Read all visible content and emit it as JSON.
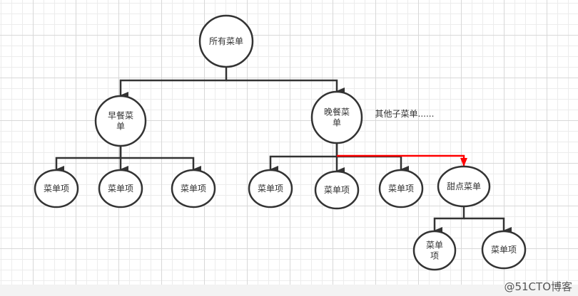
{
  "nodes": {
    "root": {
      "lines": [
        "所有菜单"
      ]
    },
    "breakfast": {
      "lines": [
        "早餐菜",
        "单"
      ]
    },
    "dinner": {
      "lines": [
        "晚餐菜",
        "单"
      ]
    },
    "b1": {
      "lines": [
        "菜单项"
      ]
    },
    "b2": {
      "lines": [
        "菜单项"
      ]
    },
    "b3": {
      "lines": [
        "菜单项"
      ]
    },
    "d1": {
      "lines": [
        "菜单项"
      ]
    },
    "d2": {
      "lines": [
        "菜单项"
      ]
    },
    "d3": {
      "lines": [
        "菜单项"
      ]
    },
    "dessert": {
      "lines": [
        "甜点菜单"
      ]
    },
    "s1": {
      "lines": [
        "菜单",
        "项"
      ]
    },
    "s2": {
      "lines": [
        "菜单项"
      ]
    }
  },
  "annotation": "其他子菜单......",
  "watermark": "@51CTO博客",
  "colors": {
    "stroke": "#333333",
    "highlight": "#ff0000"
  }
}
